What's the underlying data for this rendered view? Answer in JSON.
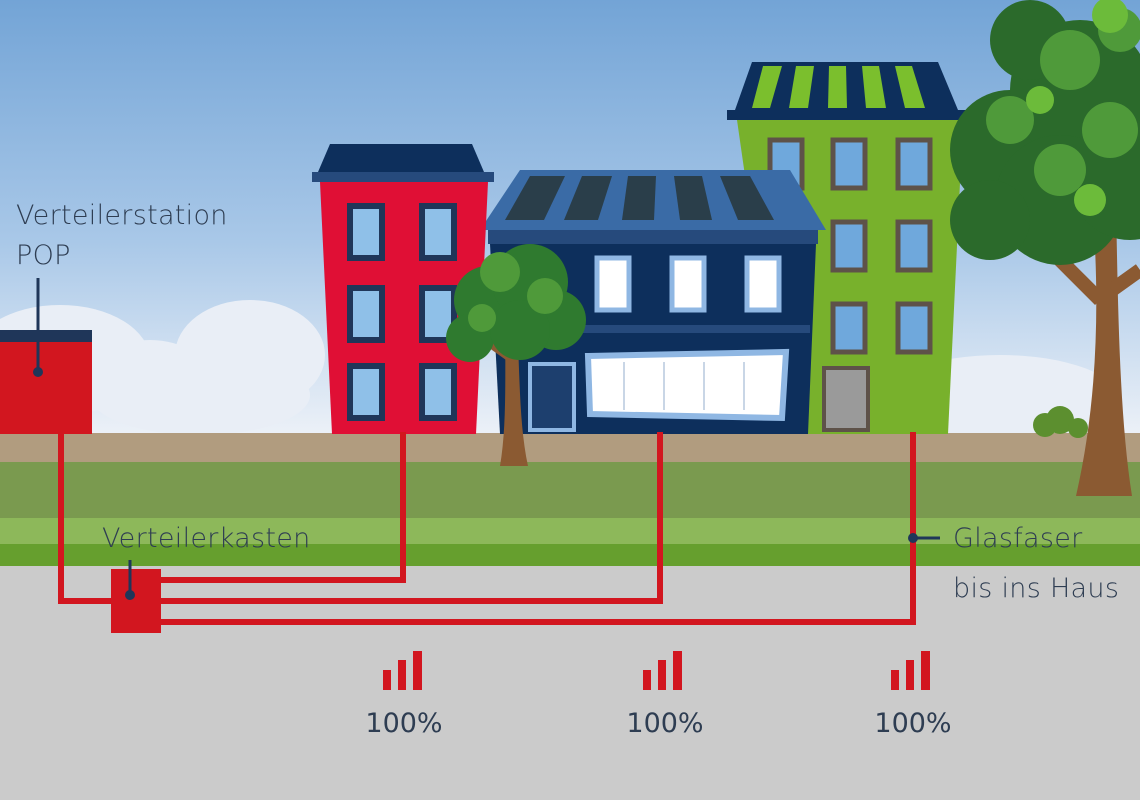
{
  "labels": {
    "pop_line1": "Verteilerstation",
    "pop_line2": "POP",
    "cabinet": "Verteilerkasten",
    "fiber_line1": "Glasfaser",
    "fiber_line2": "bis ins Haus"
  },
  "houses": [
    {
      "name": "red-house",
      "speed": "100%",
      "signal_bars": 3
    },
    {
      "name": "blue-house",
      "speed": "100%",
      "signal_bars": 3
    },
    {
      "name": "green-house",
      "speed": "100%",
      "signal_bars": 3
    }
  ],
  "colors": {
    "fiber": "#d2161f",
    "text": "#2e3d52",
    "sky_top": "#74a5d6",
    "sky_bottom": "#e9eef6",
    "red_house": "#e00f35",
    "blue_house": "#0d2f5c",
    "green_house": "#78b12c",
    "grass": "#6b9a3c",
    "earth": "#cbcbcb"
  },
  "icons": [
    "signal-bars-icon",
    "tree-icon",
    "cloud-icon"
  ]
}
